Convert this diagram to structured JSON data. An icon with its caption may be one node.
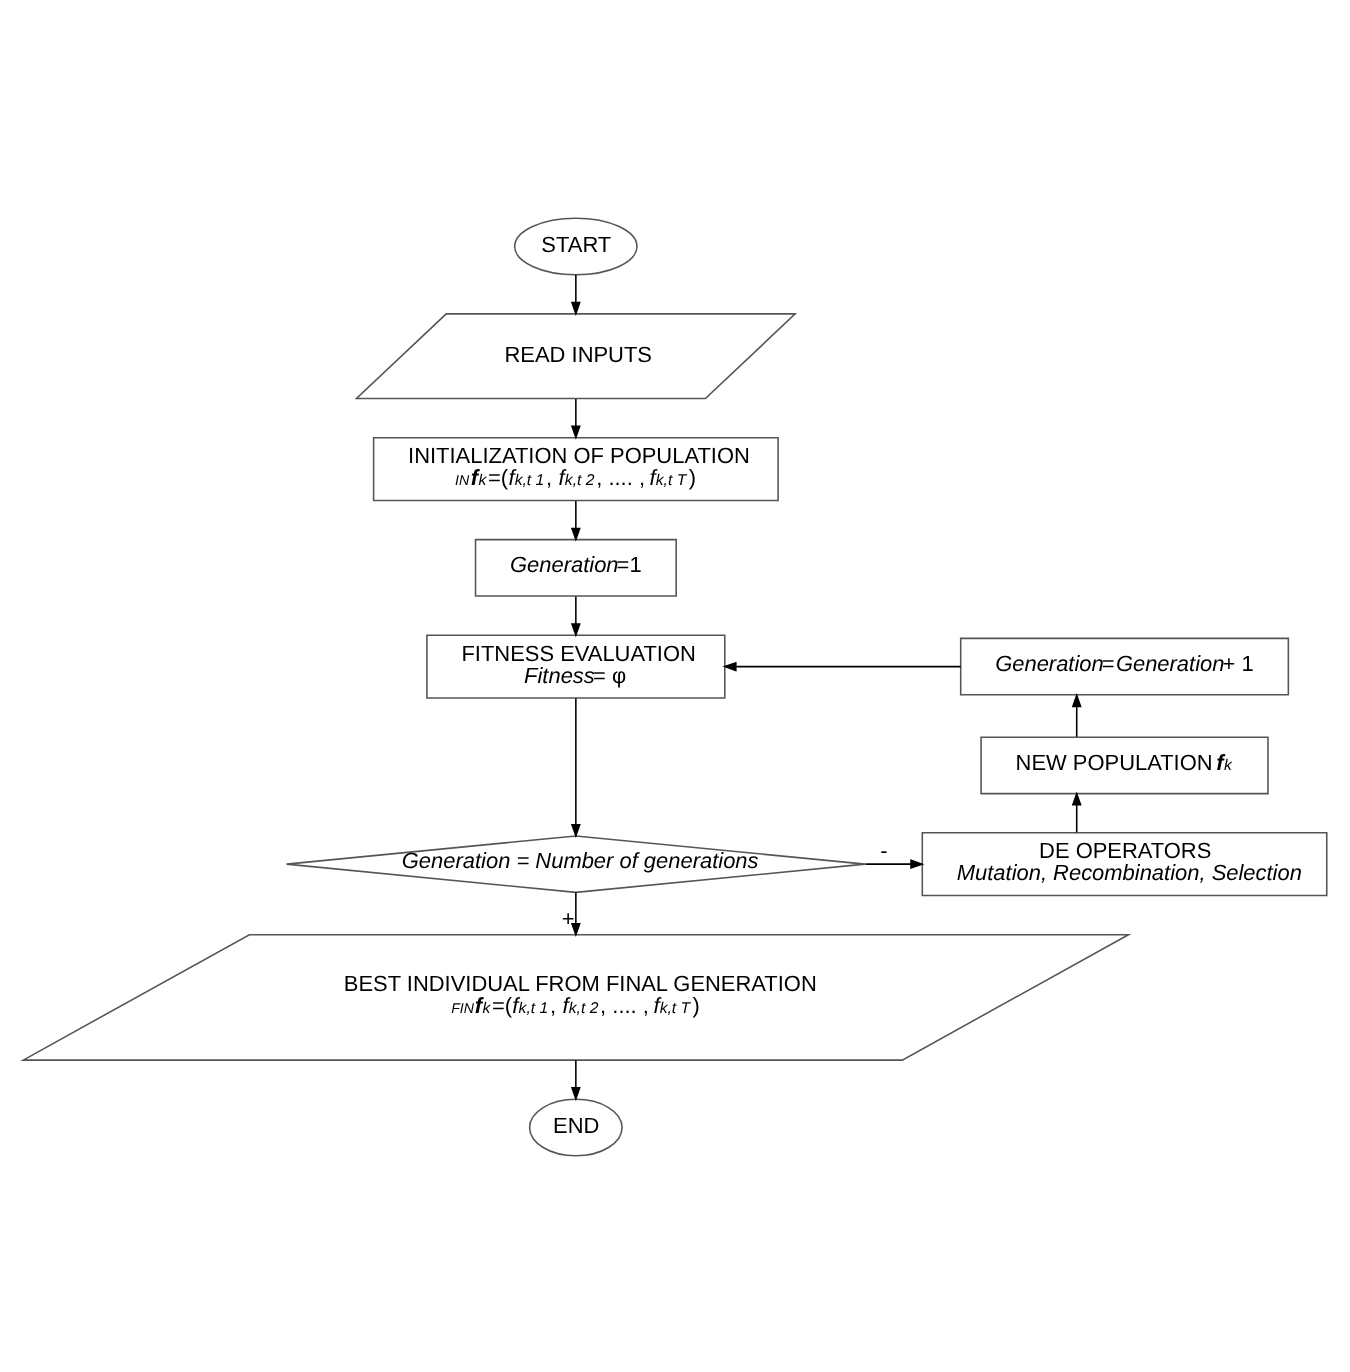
{
  "diagram": {
    "nodes": [
      {
        "text": [
          "START"
        ]
      },
      {
        "text": [
          "READ INPUTS"
        ]
      },
      {
        "text": [
          "INITIALIZATION OF POPULATION",
          "$^{IN}$**f**$_{k}$=(*f*$_{k,t 1}$, *f*$_{k,t 2}$, .... , *f*$_{k,t T}$)"
        ]
      },
      {
        "text": [
          "*Generation*=1"
        ]
      },
      {
        "text": [
          "FITNESS EVALUATION",
          "*Fitness*= φ"
        ]
      },
      {
        "text": [
          "*Generation = Number of generations*"
        ]
      },
      {
        "text": [
          "DE OPERATORS",
          "*Mutation, Recombination, Selection*"
        ]
      },
      {
        "text": [
          "NEW POPULATION **f**$_{k}$"
        ]
      },
      {
        "text": [
          "*Generation*=*Generation*+ 1"
        ]
      },
      {
        "text": [
          "BEST INDIVIDUAL FROM FINAL GENERATION",
          "$^{FIN}$**f**$_{k}$=(*f*$_{k,t 1}$, *f*$_{k,t 2}$, .... , *f*$_{k,t T}$)"
        ]
      },
      {
        "text": [
          "END"
        ]
      }
    ],
    "edges": [
      {
        "from": 0,
        "to": 1,
        "arrow": "to"
      },
      {
        "from": 1,
        "to": 2,
        "arrow": "to"
      },
      {
        "from": 2,
        "to": 3,
        "arrow": "to"
      },
      {
        "from": 3,
        "to": 4,
        "arrow": "to"
      },
      {
        "from": 4,
        "to": 5,
        "arrow": "to"
      },
      {
        "from": 5,
        "to": 6,
        "arrow": "to",
        "label": "-"
      },
      {
        "from": 6,
        "to": 7,
        "arrow": "to"
      },
      {
        "from": 7,
        "to": 8,
        "arrow": "to"
      },
      {
        "from": 8,
        "to": 4,
        "arrow": "to"
      },
      {
        "from": 5,
        "to": 9,
        "arrow": "to",
        "label": "+"
      },
      {
        "from": 9,
        "to": 10,
        "arrow": "to"
      }
    ]
  }
}
